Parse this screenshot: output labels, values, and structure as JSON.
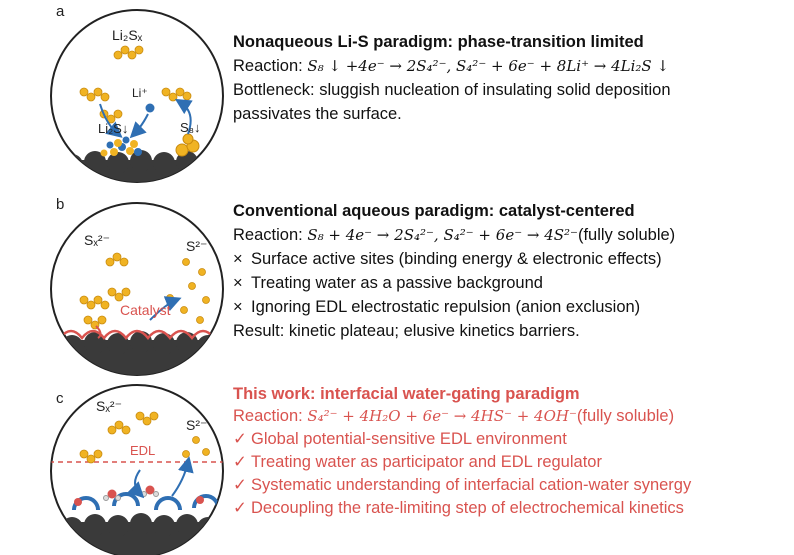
{
  "panels": {
    "a": {
      "letter": "a",
      "labels": {
        "polysulfide": "Li₂Sₓ",
        "li_ion": "Li⁺",
        "li2s": "Li₂S↓",
        "s8": "S₈↓"
      },
      "title": "Nonaqueous Li-S paradigm: phase-transition limited",
      "reaction_label": "Reaction:",
      "reaction": "S₈ ↓ +4e⁻ → 2S₄²⁻, S₄²⁻ + 6e⁻ + 8Li⁺ → 4Li₂S ↓",
      "bottleneck_1": "Bottleneck: sluggish nucleation of insulating solid deposition",
      "bottleneck_2": "passivates the surface."
    },
    "b": {
      "letter": "b",
      "labels": {
        "sx": "Sₓ²⁻",
        "s2": "S²⁻",
        "catalyst": "Catalyst"
      },
      "title": "Conventional aqueous paradigm: catalyst-centered",
      "reaction_label": "Reaction:",
      "reaction": "S₈ + 4e⁻ → 2S₄²⁻, S₄²⁻ + 6e⁻ → 4S²⁻",
      "reaction_suffix": "(fully soluble)",
      "cross_mark": "×",
      "points": [
        "Surface active sites (binding energy & electronic effects)",
        "Treating water as a passive background",
        "Ignoring EDL electrostatic repulsion (anion exclusion)"
      ],
      "result": "Result: kinetic plateau; elusive kinetics barriers."
    },
    "c": {
      "letter": "c",
      "labels": {
        "sx": "Sₓ²⁻",
        "s2": "S²⁻",
        "edl": "EDL"
      },
      "title": "This work: interfacial water-gating paradigm",
      "reaction_label": "Reaction:",
      "reaction": "S₄²⁻ + 4H₂O + 6e⁻ → 4HS⁻ + 4OH⁻",
      "reaction_suffix": "(fully soluble)",
      "check_mark": "✓",
      "points": [
        "Global potential-sensitive EDL environment",
        "Treating water as participator and EDL regulator",
        "Systematic understanding of interfacial cation-water synergy",
        "Decoupling the rate-limiting step of electrochemical kinetics"
      ]
    }
  },
  "colors": {
    "red": "#d9534f",
    "sulfur": "#f0b323",
    "li": "#2f6fb3",
    "blue_arc": "#2f6fb3",
    "electrode": "#3a3a3a"
  }
}
